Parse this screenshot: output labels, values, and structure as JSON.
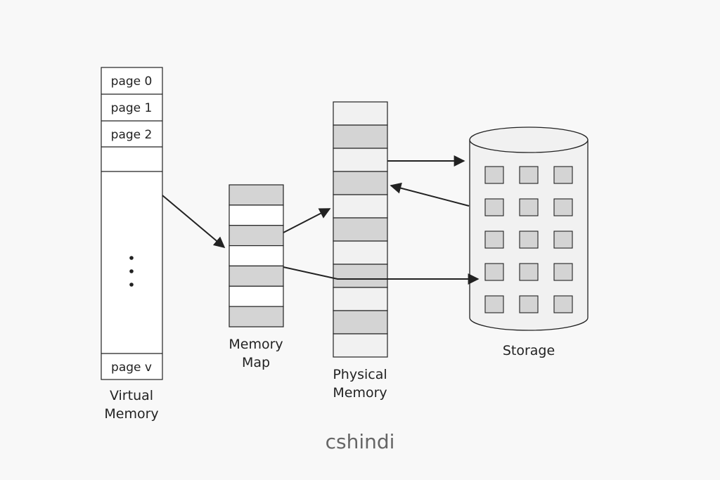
{
  "virtual_memory": {
    "pages": [
      "page 0",
      "page 1",
      "page 2",
      "page v"
    ],
    "label": "Virtual\nMemory"
  },
  "memory_map": {
    "label": "Memory\nMap",
    "rows": [
      "shaded",
      "white",
      "shaded",
      "white",
      "shaded",
      "white",
      "shaded"
    ]
  },
  "physical_memory": {
    "label": "Physical\nMemory",
    "rows": [
      "light",
      "shaded",
      "light",
      "shaded",
      "light",
      "shaded",
      "light",
      "shaded",
      "light",
      "shaded",
      "light"
    ]
  },
  "storage": {
    "label": "Storage"
  },
  "watermark": "cshindi",
  "colors": {
    "line": "#222222",
    "shaded": "#d4d4d4",
    "light": "#f1f1f1",
    "white": "#ffffff",
    "background": "#f8f8f8"
  }
}
